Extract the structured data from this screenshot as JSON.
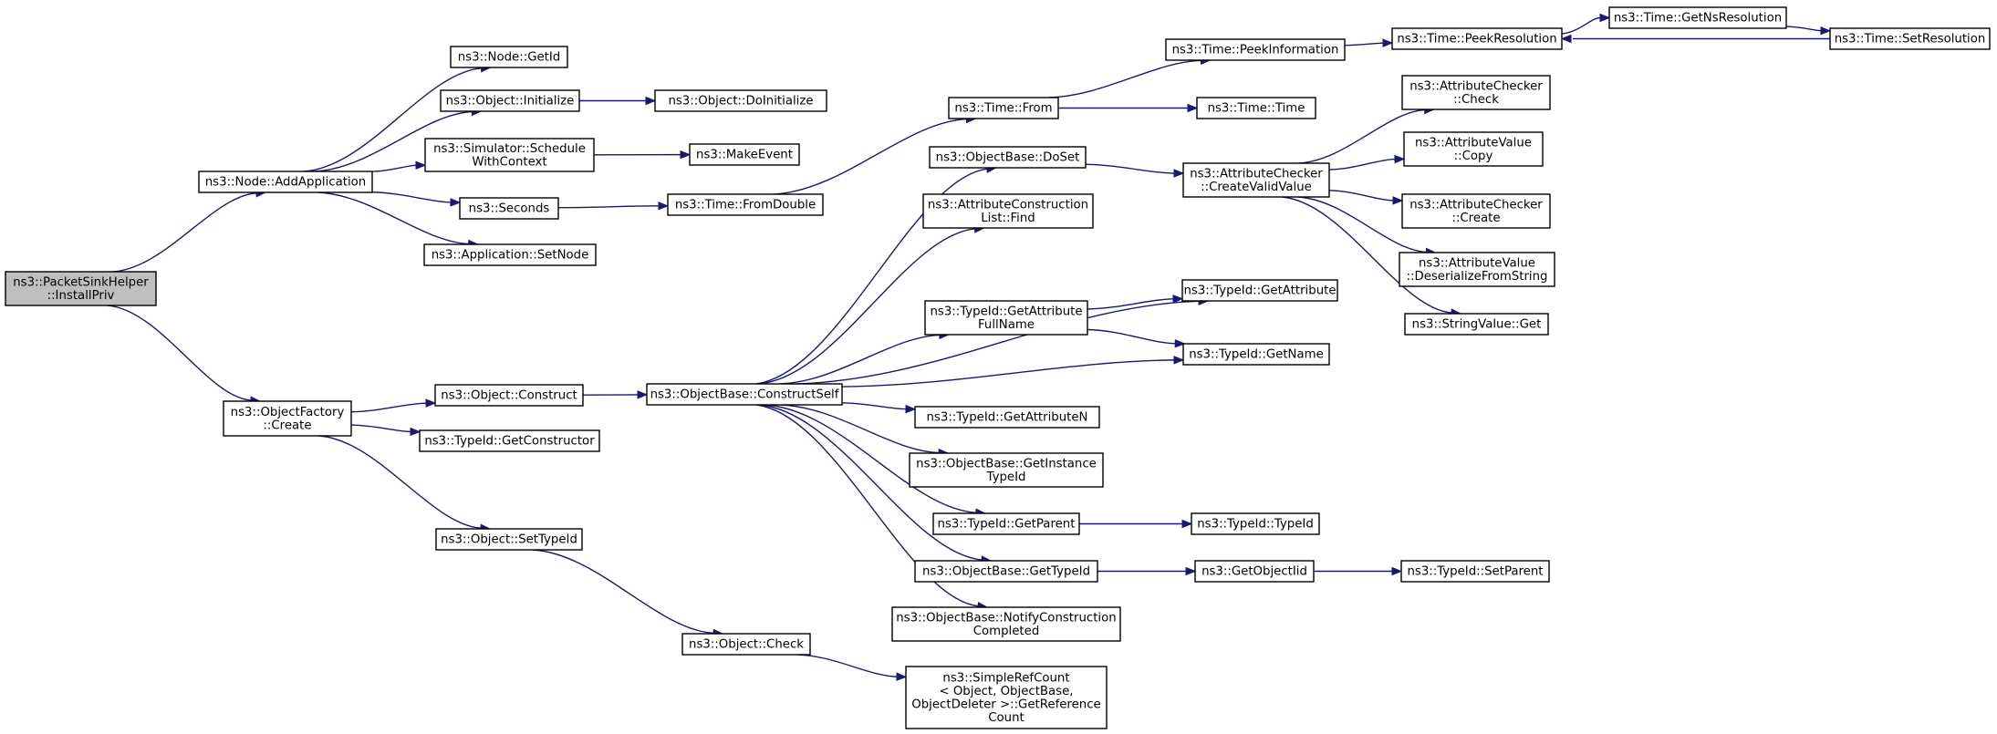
{
  "diagram": {
    "kind": "call-graph",
    "nodes": [
      {
        "id": "installpriv",
        "lines": [
          "ns3::PacketSinkHelper",
          "::InstallPriv"
        ],
        "root": true
      },
      {
        "id": "addapplication",
        "lines": [
          "ns3::Node::AddApplication"
        ]
      },
      {
        "id": "getid",
        "lines": [
          "ns3::Node::GetId"
        ]
      },
      {
        "id": "initialize",
        "lines": [
          "ns3::Object::Initialize"
        ]
      },
      {
        "id": "doinitialize",
        "lines": [
          "ns3::Object::DoInitialize"
        ]
      },
      {
        "id": "schedulewithcontext",
        "lines": [
          "ns3::Simulator::Schedule",
          "WithContext"
        ]
      },
      {
        "id": "makeevent",
        "lines": [
          "ns3::MakeEvent"
        ]
      },
      {
        "id": "seconds",
        "lines": [
          "ns3::Seconds"
        ]
      },
      {
        "id": "fromdouble",
        "lines": [
          "ns3::Time::FromDouble"
        ]
      },
      {
        "id": "setnode",
        "lines": [
          "ns3::Application::SetNode"
        ]
      },
      {
        "id": "timefrom",
        "lines": [
          "ns3::Time::From"
        ]
      },
      {
        "id": "peekinformation",
        "lines": [
          "ns3::Time::PeekInformation"
        ]
      },
      {
        "id": "timetime",
        "lines": [
          "ns3::Time::Time"
        ]
      },
      {
        "id": "peekresolution",
        "lines": [
          "ns3::Time::PeekResolution"
        ]
      },
      {
        "id": "getnsresolution",
        "lines": [
          "ns3::Time::GetNsResolution"
        ]
      },
      {
        "id": "setresolution",
        "lines": [
          "ns3::Time::SetResolution"
        ]
      },
      {
        "id": "objectfactorycreate",
        "lines": [
          "ns3::ObjectFactory",
          "::Create"
        ]
      },
      {
        "id": "objectconstruct",
        "lines": [
          "ns3::Object::Construct"
        ]
      },
      {
        "id": "getconstructor",
        "lines": [
          "ns3::TypeId::GetConstructor"
        ]
      },
      {
        "id": "settypeid",
        "lines": [
          "ns3::Object::SetTypeId"
        ]
      },
      {
        "id": "objectcheck",
        "lines": [
          "ns3::Object::Check"
        ]
      },
      {
        "id": "getreferencecount",
        "lines": [
          "ns3::SimpleRefCount",
          "< Object, ObjectBase,",
          "ObjectDeleter >::GetReference",
          "Count"
        ]
      },
      {
        "id": "constructself",
        "lines": [
          "ns3::ObjectBase::ConstructSelf"
        ]
      },
      {
        "id": "doset",
        "lines": [
          "ns3::ObjectBase::DoSet"
        ]
      },
      {
        "id": "constructionlistfind",
        "lines": [
          "ns3::AttributeConstruction",
          "List::Find"
        ]
      },
      {
        "id": "getattributefullname",
        "lines": [
          "ns3::TypeId::GetAttribute",
          "FullName"
        ]
      },
      {
        "id": "getattributen",
        "lines": [
          "ns3::TypeId::GetAttributeN"
        ]
      },
      {
        "id": "getinstancetypeid",
        "lines": [
          "ns3::ObjectBase::GetInstance",
          "TypeId"
        ]
      },
      {
        "id": "getparent",
        "lines": [
          "ns3::TypeId::GetParent"
        ]
      },
      {
        "id": "gettypeid",
        "lines": [
          "ns3::ObjectBase::GetTypeId"
        ]
      },
      {
        "id": "notifyconstructioncompleted",
        "lines": [
          "ns3::ObjectBase::NotifyConstruction",
          "Completed"
        ]
      },
      {
        "id": "createvalidvalue",
        "lines": [
          "ns3::AttributeChecker",
          "::CreateValidValue"
        ]
      },
      {
        "id": "getattribute",
        "lines": [
          "ns3::TypeId::GetAttribute"
        ]
      },
      {
        "id": "getname",
        "lines": [
          "ns3::TypeId::GetName"
        ]
      },
      {
        "id": "typeidtypeid",
        "lines": [
          "ns3::TypeId::TypeId"
        ]
      },
      {
        "id": "getobjectiid",
        "lines": [
          "ns3::GetObjectIid"
        ]
      },
      {
        "id": "setparent",
        "lines": [
          "ns3::TypeId::SetParent"
        ]
      },
      {
        "id": "checkercheck",
        "lines": [
          "ns3::AttributeChecker",
          "::Check"
        ]
      },
      {
        "id": "valuecopy",
        "lines": [
          "ns3::AttributeValue",
          "::Copy"
        ]
      },
      {
        "id": "checkercreate",
        "lines": [
          "ns3::AttributeChecker",
          "::Create"
        ]
      },
      {
        "id": "deserializefromstring",
        "lines": [
          "ns3::AttributeValue",
          "::DeserializeFromString"
        ]
      },
      {
        "id": "stringvalueget",
        "lines": [
          "ns3::StringValue::Get"
        ]
      }
    ],
    "edges": [
      {
        "from": "installpriv",
        "to": "addapplication"
      },
      {
        "from": "installpriv",
        "to": "objectfactorycreate"
      },
      {
        "from": "addapplication",
        "to": "getid"
      },
      {
        "from": "addapplication",
        "to": "initialize"
      },
      {
        "from": "addapplication",
        "to": "schedulewithcontext"
      },
      {
        "from": "addapplication",
        "to": "seconds"
      },
      {
        "from": "addapplication",
        "to": "setnode"
      },
      {
        "from": "initialize",
        "to": "doinitialize"
      },
      {
        "from": "schedulewithcontext",
        "to": "makeevent"
      },
      {
        "from": "seconds",
        "to": "fromdouble"
      },
      {
        "from": "fromdouble",
        "to": "timefrom"
      },
      {
        "from": "timefrom",
        "to": "peekinformation"
      },
      {
        "from": "timefrom",
        "to": "timetime"
      },
      {
        "from": "peekinformation",
        "to": "peekresolution"
      },
      {
        "from": "peekresolution",
        "to": "getnsresolution"
      },
      {
        "from": "getnsresolution",
        "to": "setresolution"
      },
      {
        "from": "setresolution",
        "to": "peekresolution"
      },
      {
        "from": "objectfactorycreate",
        "to": "objectconstruct"
      },
      {
        "from": "objectfactorycreate",
        "to": "getconstructor"
      },
      {
        "from": "objectfactorycreate",
        "to": "settypeid"
      },
      {
        "from": "objectconstruct",
        "to": "constructself"
      },
      {
        "from": "settypeid",
        "to": "objectcheck"
      },
      {
        "from": "objectcheck",
        "to": "getreferencecount"
      },
      {
        "from": "constructself",
        "to": "doset"
      },
      {
        "from": "constructself",
        "to": "constructionlistfind"
      },
      {
        "from": "constructself",
        "to": "getattribute"
      },
      {
        "from": "constructself",
        "to": "getattributefullname"
      },
      {
        "from": "constructself",
        "to": "getname"
      },
      {
        "from": "constructself",
        "to": "getattributen"
      },
      {
        "from": "constructself",
        "to": "getinstancetypeid"
      },
      {
        "from": "constructself",
        "to": "getparent"
      },
      {
        "from": "constructself",
        "to": "gettypeid"
      },
      {
        "from": "constructself",
        "to": "notifyconstructioncompleted"
      },
      {
        "from": "doset",
        "to": "createvalidvalue"
      },
      {
        "from": "getattributefullname",
        "to": "getattribute"
      },
      {
        "from": "getattributefullname",
        "to": "getname"
      },
      {
        "from": "getparent",
        "to": "typeidtypeid"
      },
      {
        "from": "gettypeid",
        "to": "getobjectiid"
      },
      {
        "from": "getobjectiid",
        "to": "setparent"
      },
      {
        "from": "createvalidvalue",
        "to": "checkercheck"
      },
      {
        "from": "createvalidvalue",
        "to": "valuecopy"
      },
      {
        "from": "createvalidvalue",
        "to": "checkercreate"
      },
      {
        "from": "createvalidvalue",
        "to": "deserializefromstring"
      },
      {
        "from": "createvalidvalue",
        "to": "stringvalueget"
      }
    ]
  }
}
